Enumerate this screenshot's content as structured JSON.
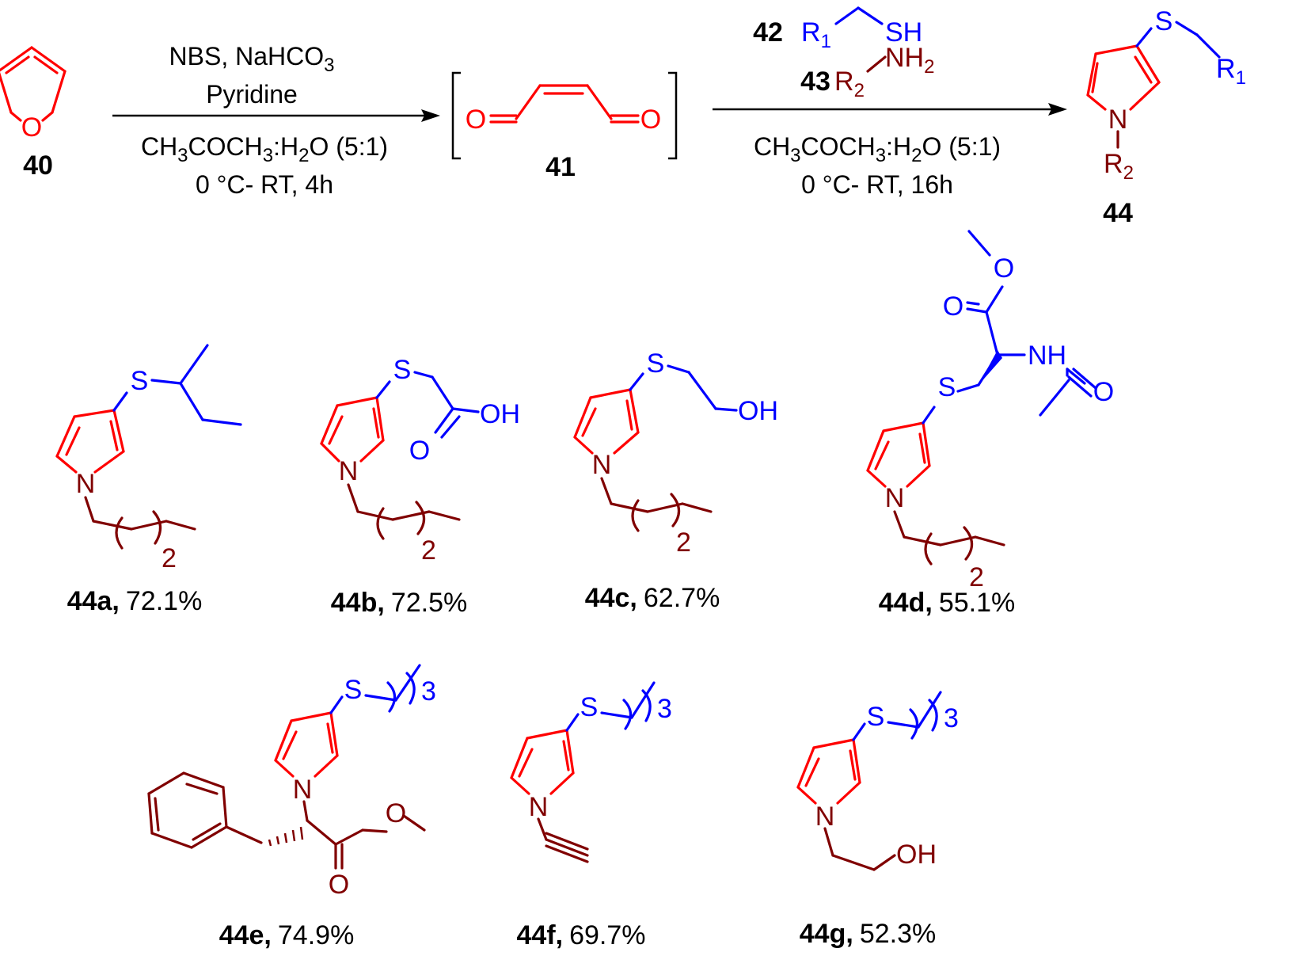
{
  "scheme": {
    "step1": {
      "line1": "NBS, NaHCO",
      "line1_sub": "3",
      "line2": "Pyridine",
      "line3a": "CH",
      "line3b": "COCH",
      "line3c": ":H",
      "line3d": "O (5:1)",
      "line4": "0 °C- RT, 4h"
    },
    "step2": {
      "reagent42": "42",
      "reagent43": "43",
      "line3a": "CH",
      "line3b": "COCH",
      "line3c": ":H",
      "line3d": "O (5:1)",
      "line4": "0 °C- RT, 16h"
    },
    "compounds": {
      "c40": "40",
      "c41": "41",
      "c44": "44"
    },
    "atoms": {
      "O": "O",
      "N": "N",
      "S": "S",
      "SH": "SH",
      "NH": "NH",
      "NH2": "NH",
      "OH": "OH",
      "R": "R",
      "sub1": "1",
      "sub2": "2",
      "sub3": "3",
      "rep2": "2",
      "rep3": "3"
    },
    "products": [
      {
        "id": "44a,",
        "yield": "72.1%"
      },
      {
        "id": "44b,",
        "yield": "72.5%"
      },
      {
        "id": "44c,",
        "yield": "62.7%"
      },
      {
        "id": "44d,",
        "yield": "55.1%"
      },
      {
        "id": "44e,",
        "yield": "74.9%"
      },
      {
        "id": "44f,",
        "yield": "69.7%"
      },
      {
        "id": "44g,",
        "yield": "52.3%"
      }
    ],
    "colors": {
      "core": "#ff0000",
      "thiol": "#0000ff",
      "amine": "#800000",
      "text": "#000000"
    }
  }
}
